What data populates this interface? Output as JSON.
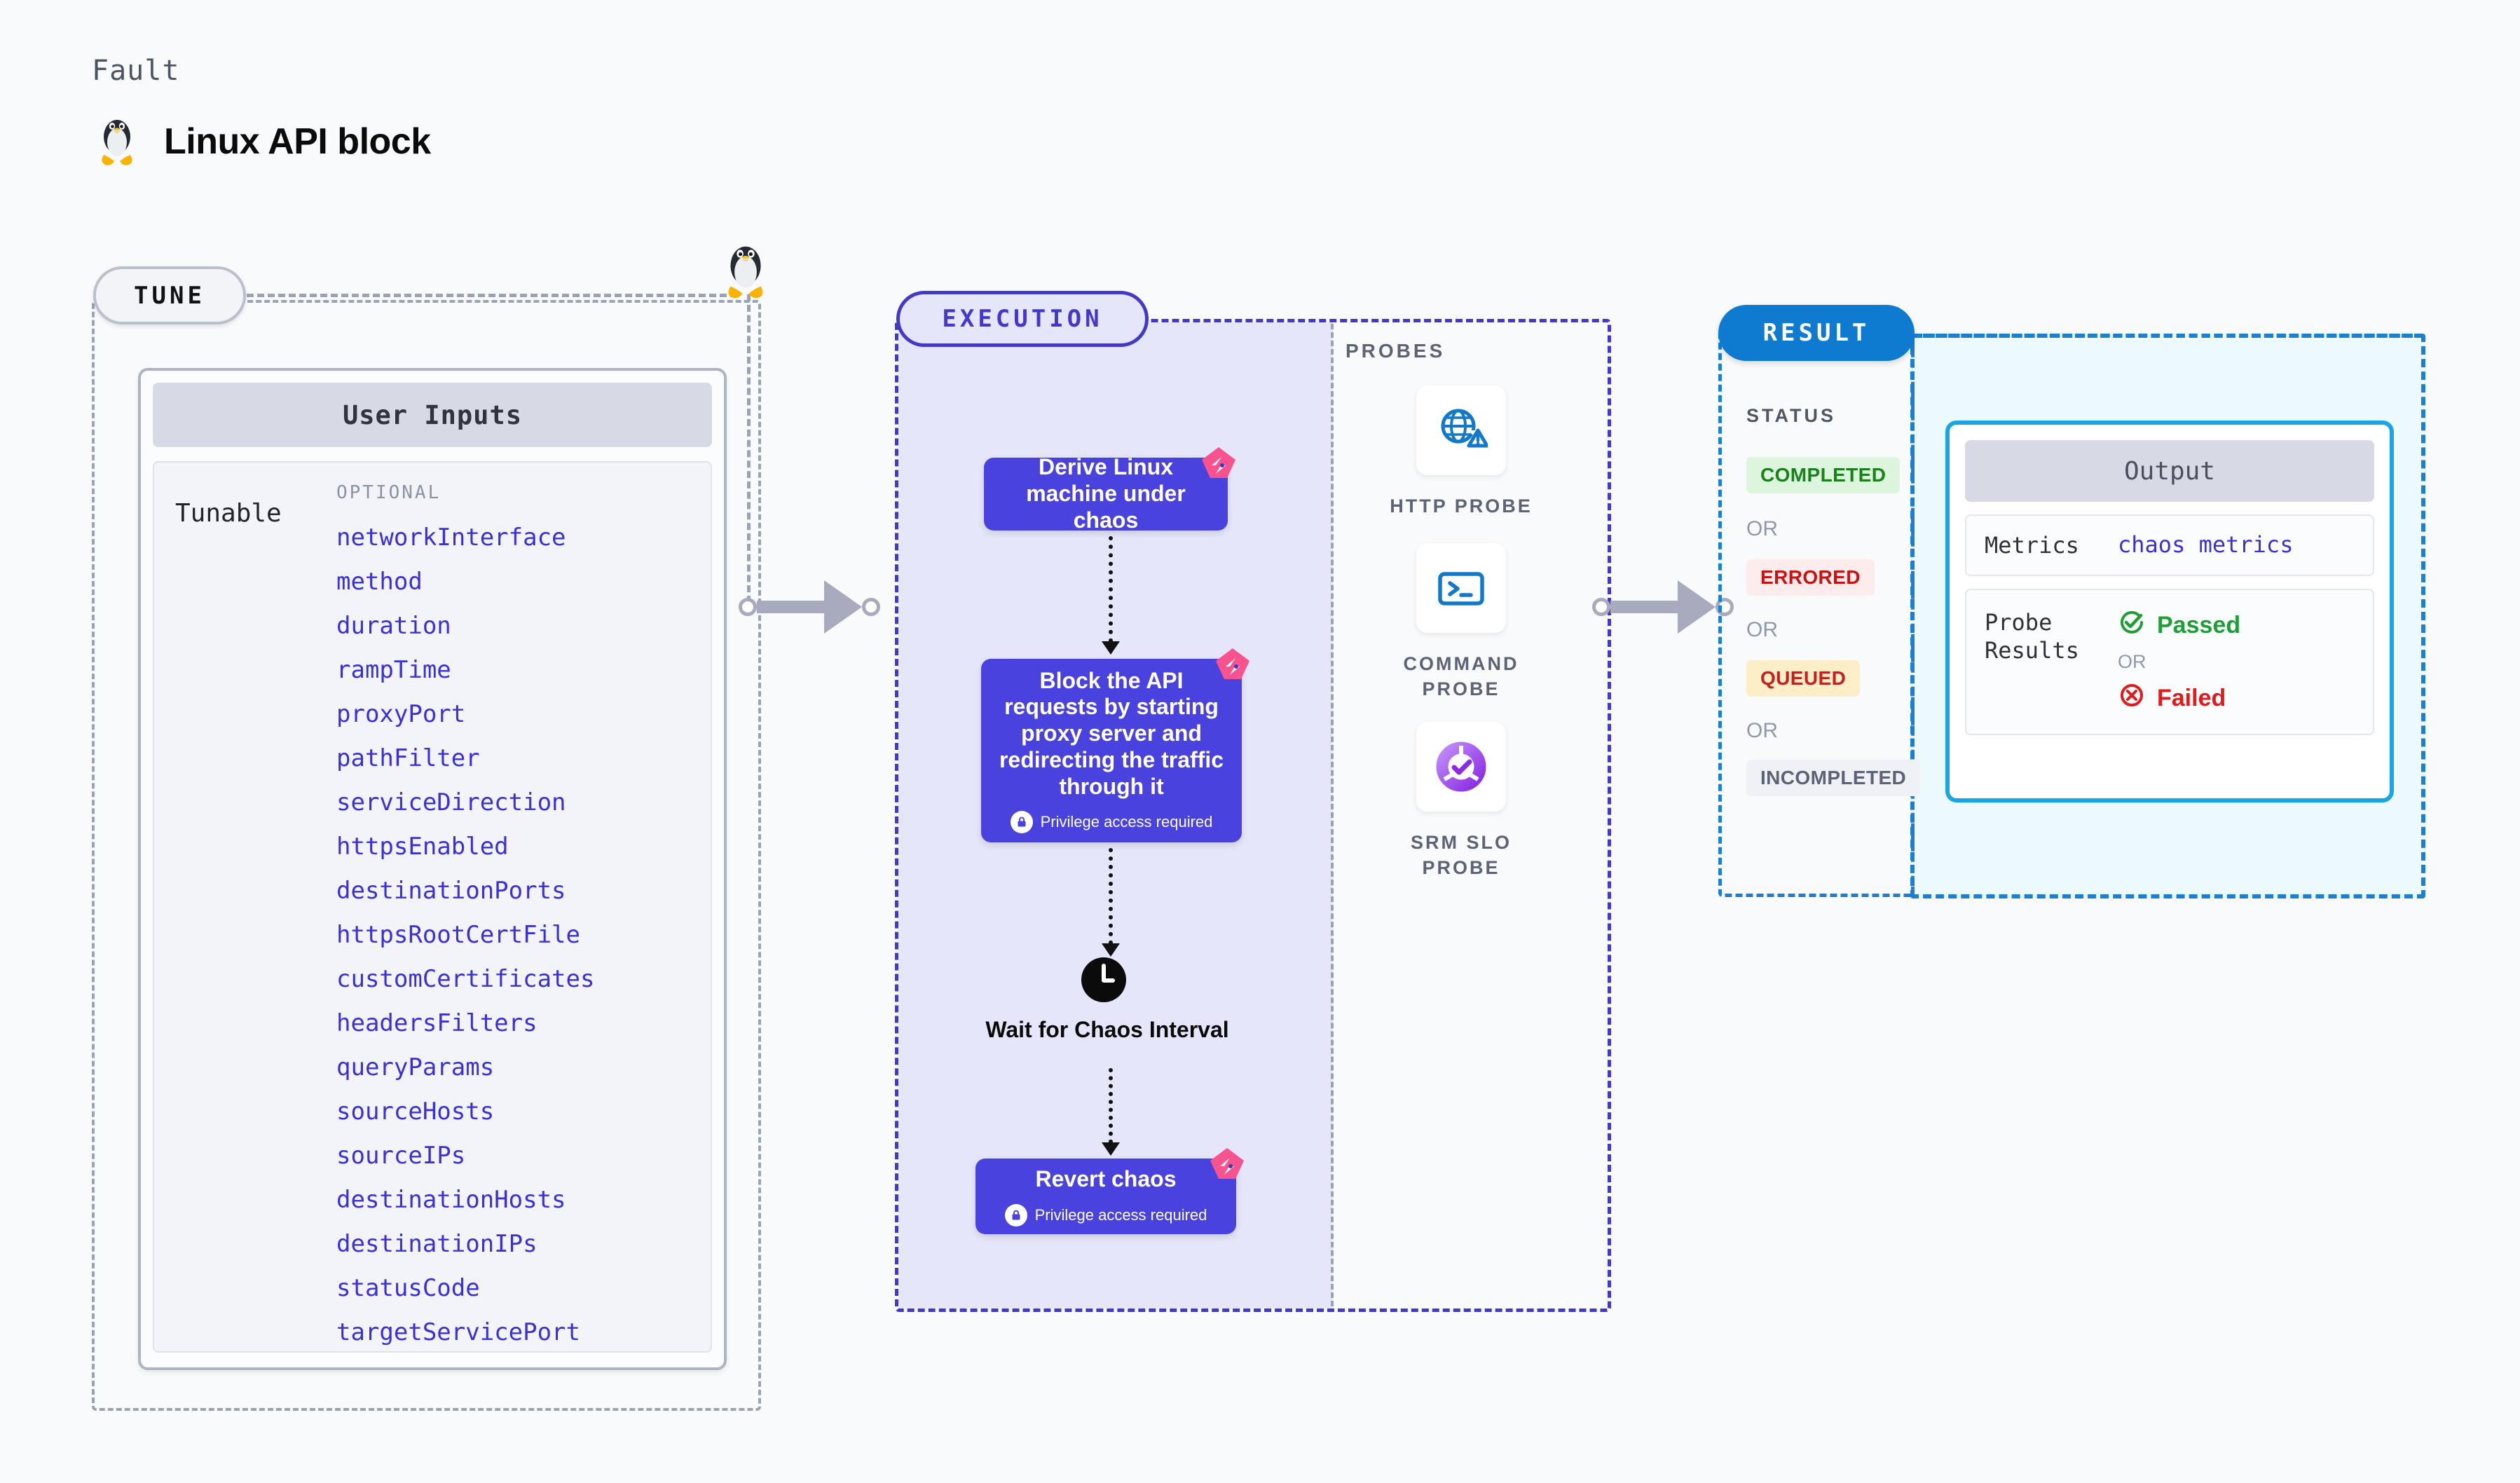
{
  "header": {
    "kicker": "Fault",
    "title": "Linux API block",
    "icon": "linux-tux-penguin"
  },
  "tune": {
    "pill_label": "TUNE",
    "card_title": "User Inputs",
    "row_label": "Tunable",
    "kicker": "OPTIONAL",
    "items": [
      "networkInterface",
      "method",
      "duration",
      "rampTime",
      "proxyPort",
      "pathFilter",
      "serviceDirection",
      "httpsEnabled",
      "destinationPorts",
      "httpsRootCertFile",
      "customCertificates",
      "headersFilters",
      "queryParams",
      "sourceHosts",
      "sourceIPs",
      "destinationHosts",
      "destinationIPs",
      "statusCode",
      "targetServicePort"
    ]
  },
  "execution": {
    "pill_label": "EXECUTION",
    "privilege_note": "Privilege access required",
    "nodes": [
      {
        "id": "derive",
        "text": "Derive Linux machine under chaos",
        "privilege": false,
        "ribbon": true
      },
      {
        "id": "block",
        "text": "Block the API requests by starting proxy server and redirecting the traffic through it",
        "privilege": true,
        "ribbon": true
      },
      {
        "id": "wait",
        "text": "Wait for Chaos Interval",
        "icon": "clock-icon"
      },
      {
        "id": "revert",
        "text": "Revert chaos",
        "privilege": true,
        "ribbon": true
      }
    ]
  },
  "probes": {
    "title": "PROBES",
    "items": [
      {
        "label": "HTTP PROBE",
        "icon": "globe-warning-icon"
      },
      {
        "label": "COMMAND PROBE",
        "icon": "terminal-icon"
      },
      {
        "label": "SRM SLO PROBE",
        "icon": "srm-slo-donut-icon"
      }
    ]
  },
  "result": {
    "pill_label": "RESULT",
    "status_title": "STATUS",
    "or_label": "OR",
    "statuses": [
      {
        "label": "COMPLETED",
        "bg": "#ddf5dd",
        "fg": "#18821a"
      },
      {
        "label": "ERRORED",
        "bg": "#fdecec",
        "fg": "#cc1111"
      },
      {
        "label": "QUEUED",
        "bg": "#fcefc7",
        "fg": "#c32020"
      },
      {
        "label": "INCOMPLETED",
        "bg": "#f0f1f6",
        "fg": "#5b6374"
      }
    ]
  },
  "output": {
    "title": "Output",
    "metrics_key": "Metrics",
    "metrics_value": "chaos metrics",
    "probe_results_key": "Probe Results",
    "passed_label": "Passed",
    "failed_label": "Failed",
    "or_label": "OR"
  },
  "colors": {
    "brand_indigo": "#4a42de",
    "exec_fill": "#e6e6fb",
    "result_blue": "#0f7bd0",
    "output_cyan": "#17a6e3",
    "ribbon_pink": "#f9538f",
    "tunable_link": "#3b2fd8",
    "page_bg": "#f8fafc"
  }
}
